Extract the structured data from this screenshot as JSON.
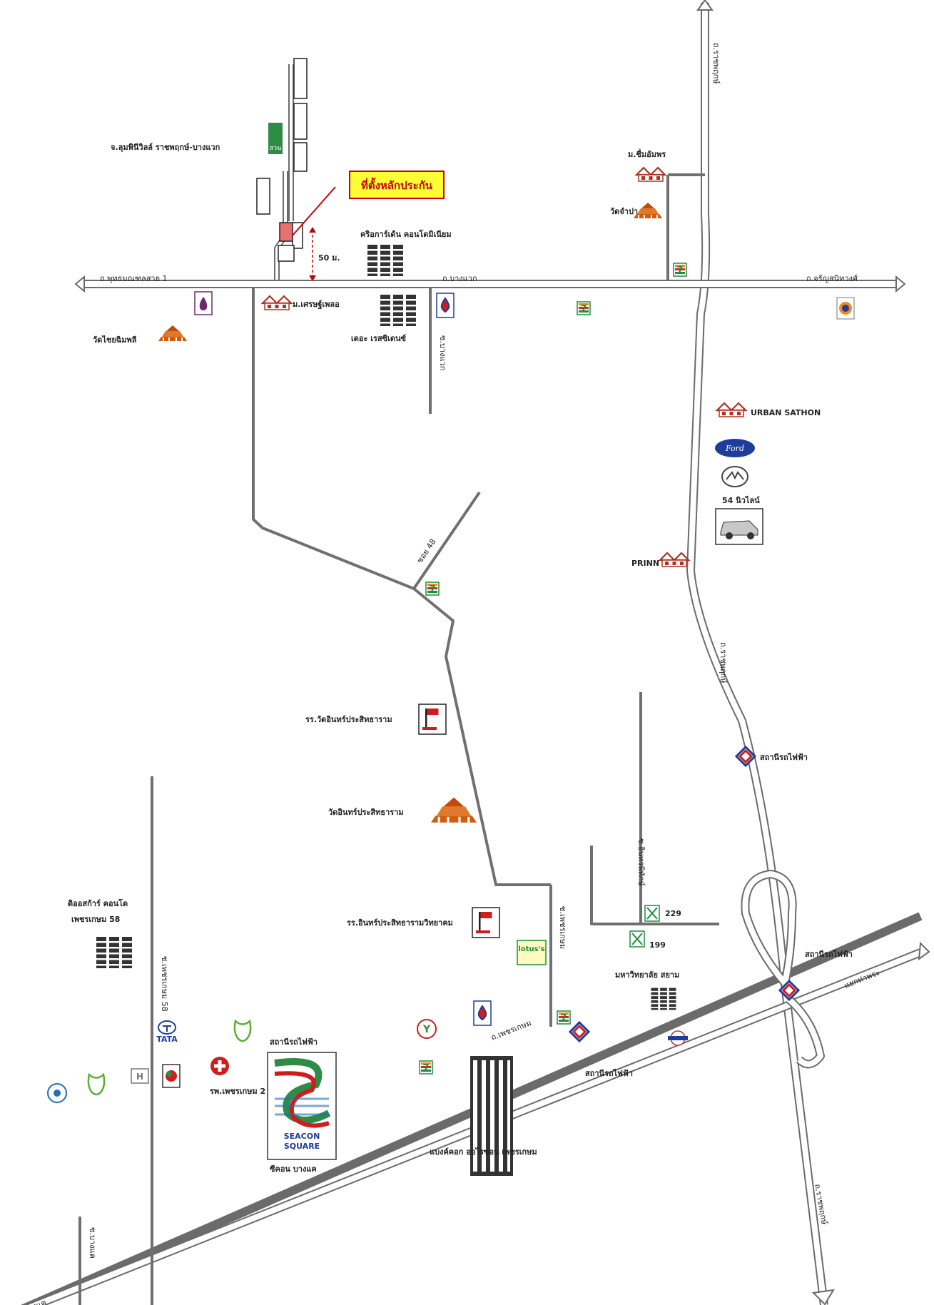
{
  "roads": {
    "phutthamonthon": "ถ.พุทธมณฑลสาย 1",
    "bangwaek": "ถ.บางแวก",
    "charansanitwong": "ถ.จรัญสนิทวงศ์",
    "ratchaphruek": "ถ.ราชพฤกษ์",
    "ratchaphruek_mid": "ถ.ราชพฤกษ์",
    "ratchaphruek_south": "ถ.ราชพฤกษ์",
    "phetkasem": "ถ.เพชรเกษม",
    "bang_khae": "บางแค",
    "tha_phra": "แยกท่าพระ",
    "soi_bangwaek": "ซ.บางแวก",
    "soi_48": "ซอย 48",
    "soi_charoen": "ซ.เพชรเกษม",
    "soi_petch_58": "ซ.เพชรเกษม 58",
    "soi_bangkhae": "ซ.บางแค",
    "soi_intraphithak": "ซ.อินทรพิทักษ์"
  },
  "main_location": "ที่ตั้งหลักประกัน",
  "distance": "50 ม.",
  "landmarks": {
    "nearby_village": "จ.ลุมพินีวิลล์ ราชพฤกษ์-บางแวก",
    "chrigarden": "คริอการ์เด้น คอนโดมิเนียม",
    "m_setthasiri": "ม.เศรษฐ์เพลอ",
    "wat_chai": "วัดไชยฉิมพลี",
    "apartment": "เดอะ เรสซิเดนซ์",
    "m_chaimongkhon": "ม.ชื่มอัมพร",
    "wat_champa": "วัดจำปา",
    "urban_sathon": "URBAN SATHON",
    "car_54": "54 นิวไลน์",
    "prinn": "PRINN",
    "school_wat_intra": "รร.วัดอินทร์ประสิทธาราม",
    "wat_intra": "วัดอินทร์ประสิทธาราม",
    "school_wittayakhom": "รร.อินทร์ประสิทธารามวิทยาคม",
    "station_1": "สถานีรถไฟฟ้า",
    "station_2": "สถานีรถไฟฟ้า",
    "station_3": "สถานีรถไฟฟ้า",
    "station_4": "สถานีรถไฟฟ้า",
    "siam_university": "มหาวิทยาลัย สยาม",
    "condo_58": "ดิออสก้าร์ คอนโด",
    "condo_58_b": "เพชรเกษม 58",
    "hospital": "รพ.เพชรเกษม 2",
    "seacon": "ซีคอน บางแค",
    "bangkok_tower": "แบงค์คอก ออไรซอน เพชรเกษม",
    "num_229": "229",
    "num_199": "199",
    "tata": "TATA",
    "seacon_logo_1": "SEACON",
    "seacon_logo_2": "SQUARE",
    "lotus": "lotus's"
  },
  "icons": [
    "7-eleven-icon",
    "gas-station-icon",
    "ptt-station-icon",
    "bts-station-icon",
    "temple-icon",
    "house-icon",
    "condo-icon",
    "school-icon",
    "hospital-icon"
  ],
  "colors": {
    "road": "#6b6b6b",
    "seven_green": "#1a8f3c",
    "seven_red": "#e2231a",
    "temple": "#d05c10",
    "house": "#b03020",
    "bts_blue": "#1d3c9c",
    "bts_red": "#d01c1c",
    "highlight": "#ffff33"
  }
}
